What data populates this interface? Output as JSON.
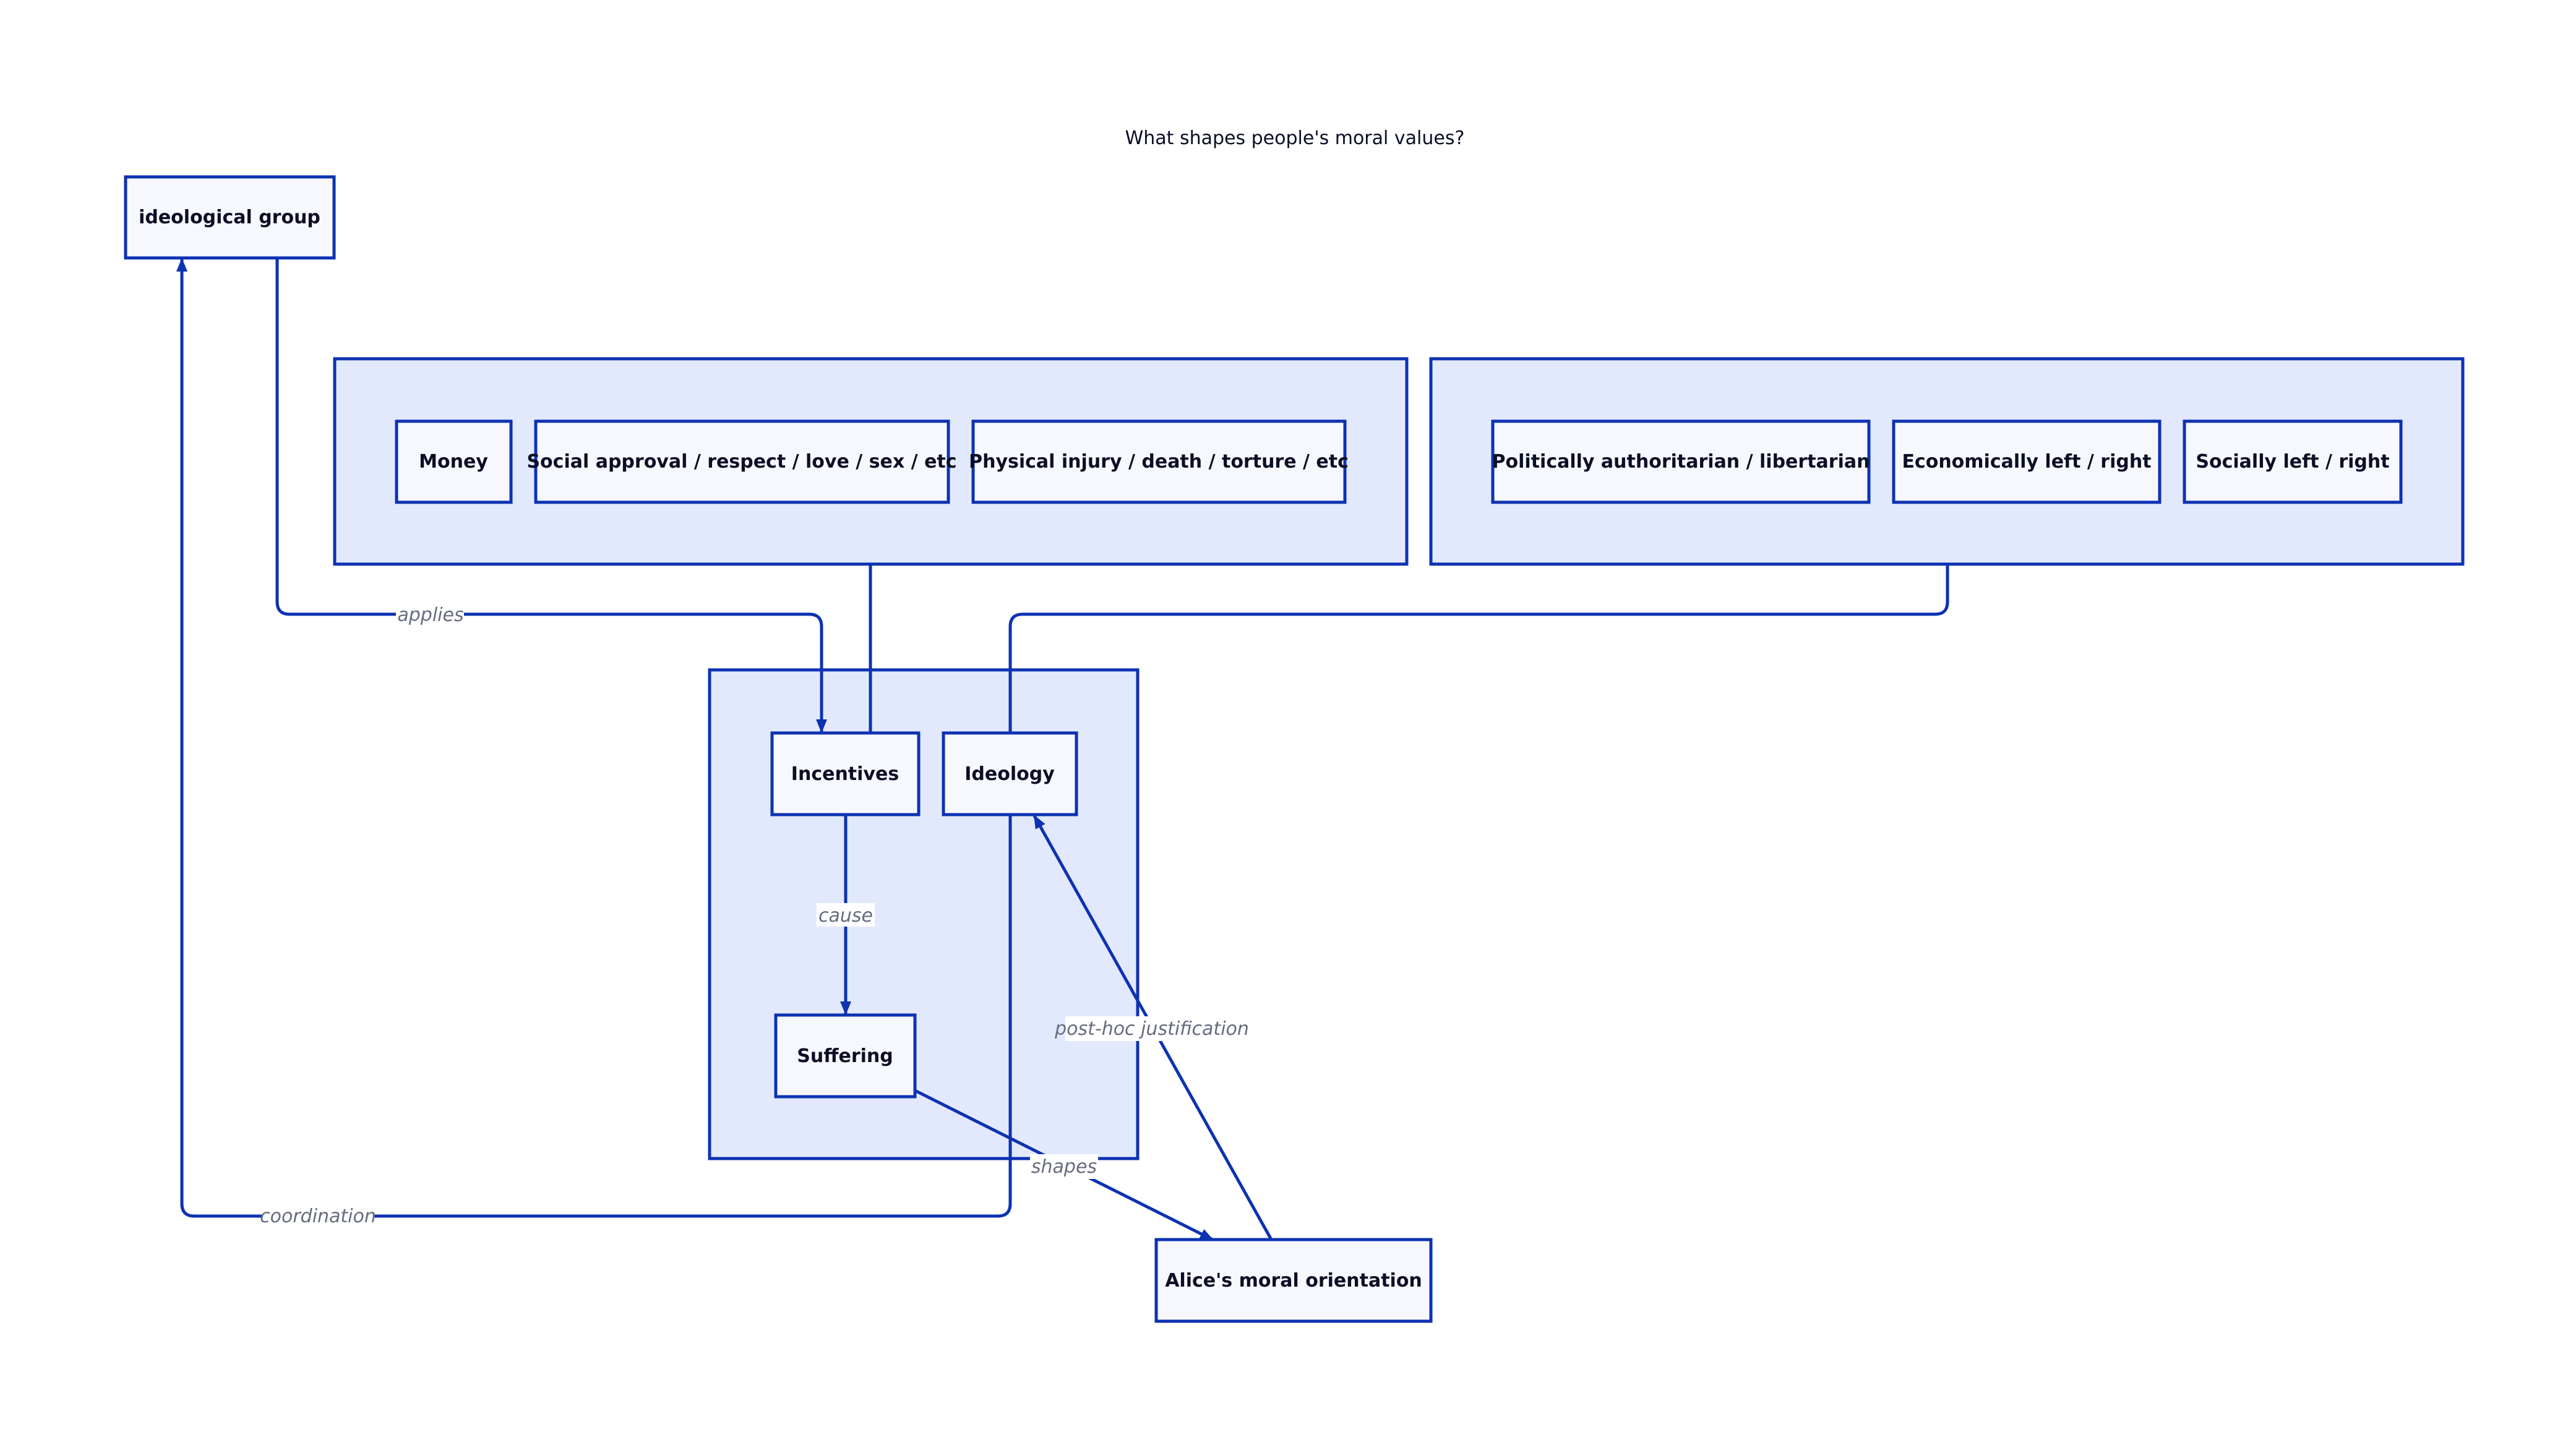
{
  "title": "What shapes people's moral values?",
  "colors": {
    "stroke": "#0d32b2",
    "container_fill": "#e3e9fd",
    "node_fill": "#f7f8fe",
    "text": "#0a0f25",
    "edge_label": "#676c7e"
  },
  "nodes": {
    "ideological_group": "ideological group",
    "money": "Money",
    "social_approval": "Social approval / respect / love / sex / etc",
    "physical_injury": "Physical injury / death / torture / etc",
    "politically": "Politically authoritarian / libertarian",
    "economically": "Economically left / right",
    "socially": "Socially left / right",
    "incentives": "Incentives",
    "ideology": "Ideology",
    "suffering": "Suffering",
    "alice": "Alice's moral orientation"
  },
  "edges": {
    "applies": "applies",
    "cause": "cause",
    "post_hoc": "post-hoc justification",
    "shapes": "shapes",
    "coordination": "coordination"
  }
}
